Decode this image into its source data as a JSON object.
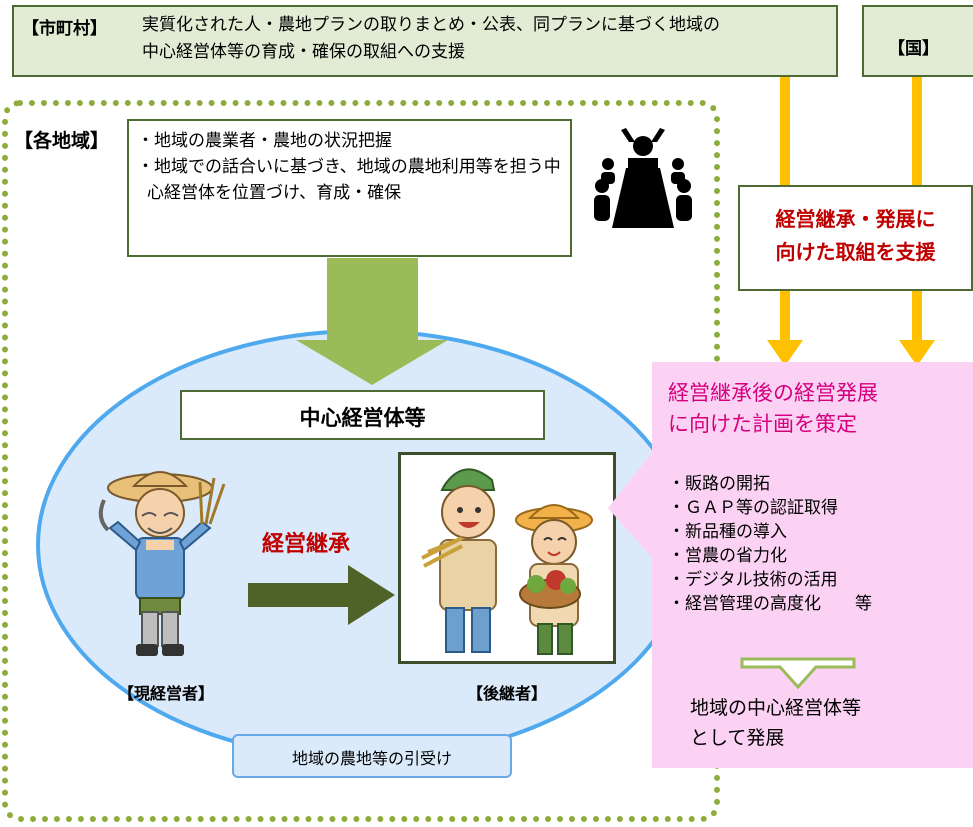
{
  "municipality": {
    "label": "【市町村】",
    "text_line1": "実質化された人・農地プランの取りまとめ・公表、同プランに基づく地域の",
    "text_line2": "中心経営体等の育成・確保の取組への支援"
  },
  "nation": {
    "label": "【国】"
  },
  "region": {
    "label": "【各地域】",
    "items": [
      "・地域の農業者・農地の状況把握",
      "・地域での話合いに基づき、地域の農地利用等を担う中心経営体を位置づけ、育成・確保"
    ]
  },
  "support": {
    "line1": "経営継承・発展に",
    "line2": "向けた取組を支援"
  },
  "center": {
    "title": "中心経営体等"
  },
  "succession": {
    "label": "経営継承",
    "current_manager": "【現経営者】",
    "successor": "【後継者】"
  },
  "land": {
    "text": "地域の農地等の引受け"
  },
  "plan": {
    "title_line1": "経営継承後の経営発展",
    "title_line2": "に向けた計画を策定",
    "items": [
      "・販路の開拓",
      "・ＧＡＰ等の認証取得",
      "・新品種の導入",
      "・営農の省力化",
      "・デジタル技術の活用",
      "・経営管理の高度化　　等"
    ],
    "result_line1": "地域の中心経営体等",
    "result_line2": "として発展"
  },
  "colors": {
    "header_fill": "#e2ecd5",
    "border_green": "#4f6b34",
    "dotted_green": "#8dac3c",
    "arrow_green": "#9bbb59",
    "arrow_dark_green": "#4f6228",
    "arrow_yellow": "#ffc000",
    "accent_red": "#c00000",
    "plan_pink": "#fbd2f3",
    "plan_title": "#d6007f",
    "ellipse_fill": "#dbeafa",
    "ellipse_stroke": "#4ea9ee"
  }
}
